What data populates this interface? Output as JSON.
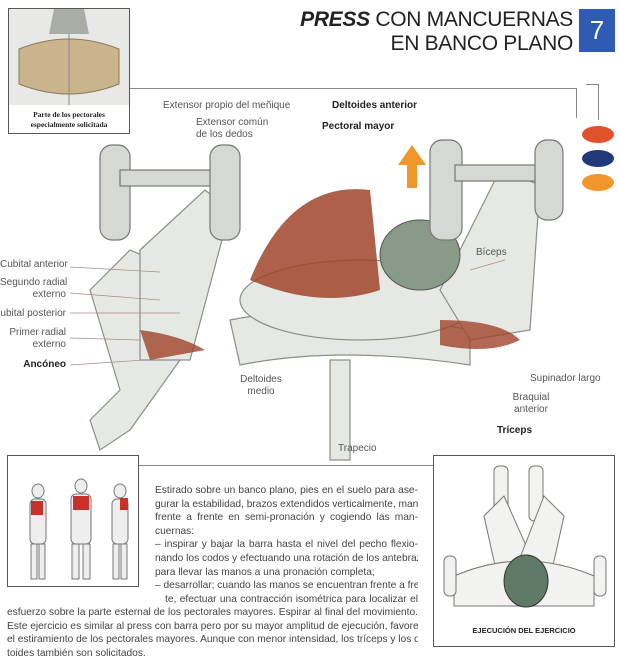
{
  "header": {
    "title_italic": "PRESS",
    "title_rest": " CON MANCUERNAS",
    "title_line2": "EN BANCO PLANO",
    "number": "7"
  },
  "inset": {
    "caption_line1": "Parte de los pectorales",
    "caption_line2": "especialmente solicitada"
  },
  "labels": {
    "extensor_menique": "Extensor propio del meñique",
    "deltoides_anterior": "Deltoides anterior",
    "extensor_comun_1": "Extensor común",
    "extensor_comun_2": "de los dedos",
    "pectoral_mayor": "Pectoral mayor",
    "cubital_anterior": "Cubital anterior",
    "segundo_radial_1": "Segundo radial",
    "segundo_radial_2": "externo",
    "cubital_posterior": "ubital posterior",
    "primer_radial_1": "Primer radial",
    "primer_radial_2": "externo",
    "anconeo": "Ancóneo",
    "biceps": "Bíceps",
    "deltoides_medio_1": "Deltoides",
    "deltoides_medio_2": "medio",
    "supinador": "Supinador largo",
    "braquial_1": "Braquial",
    "braquial_2": "anterior",
    "triceps": "Tríceps",
    "trapecio": "Trapecio"
  },
  "colors": {
    "accent_blue": "#2e5bb3",
    "dot1": "#e0522c",
    "dot2": "#233a7a",
    "dot3": "#f0962a",
    "muscle": "#a0442a"
  },
  "description": {
    "lines": [
      "Estirado sobre un banco plano, pies en el suelo para ase-",
      "gurar la estabilidad, brazos extendidos verticalmente, manos",
      "frente a frente en semi-pronación y cogiendo las man-",
      "cuernas:",
      "– inspirar y bajar la barra hasta el nivel del pecho flexio-",
      "nando los codos y efectuando una rotación de los antebrazos",
      "para llevar las manos a una pronación completa;",
      "– desarrollar; cuando las manos se encuentran frente a fren-",
      "te, efectuar una contracción isométrica para localizar el"
    ],
    "wide_lines": [
      "esfuerzo sobre la parte esternal de los pectorales mayores. Espirar al final del movimiento.",
      "Este ejercicio es similar al press con barra pero por su mayor amplitud de ejecución, favorece",
      "el estiramiento de los pectorales mayores. Aunque con menor intensidad, los tríceps y los del-",
      "toides también son solicitados."
    ]
  },
  "execution": {
    "caption": "EJECUCIÓN DEL EJERCICIO"
  }
}
